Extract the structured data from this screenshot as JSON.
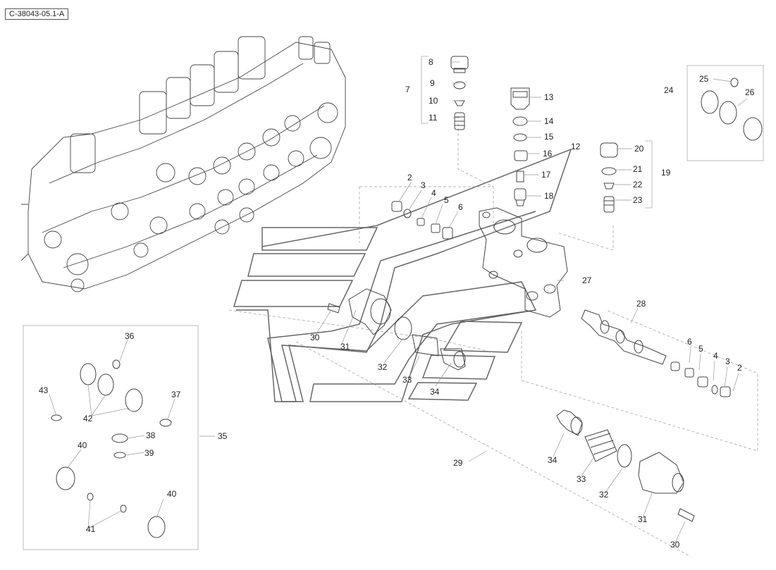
{
  "reference_code": "C-38043-05.1-A",
  "callouts": {
    "c2a": "2",
    "c3a": "3",
    "c4a": "4",
    "c5a": "5",
    "c6a": "6",
    "c7": "7",
    "c8": "8",
    "c9": "9",
    "c10": "10",
    "c11": "11",
    "c12": "12",
    "c13": "13",
    "c14": "14",
    "c15": "15",
    "c16": "16",
    "c17": "17",
    "c18": "18",
    "c19": "19",
    "c20": "20",
    "c21": "21",
    "c22": "22",
    "c23": "23",
    "c24": "24",
    "c25": "25",
    "c26": "26",
    "c27": "27",
    "c28": "28",
    "c29": "29",
    "c30a": "30",
    "c31a": "31",
    "c32a": "32",
    "c33a": "33",
    "c34a": "34",
    "c6b": "6",
    "c5b": "5",
    "c4b": "4",
    "c3b": "3",
    "c2b": "2",
    "c34b": "34",
    "c33b": "33",
    "c32b": "32",
    "c31b": "31",
    "c30b": "30",
    "c35": "35",
    "c36": "36",
    "c37": "37",
    "c38": "38",
    "c39": "39",
    "c40a": "40",
    "c40b": "40",
    "c41": "41",
    "c42": "42",
    "c43": "43"
  }
}
